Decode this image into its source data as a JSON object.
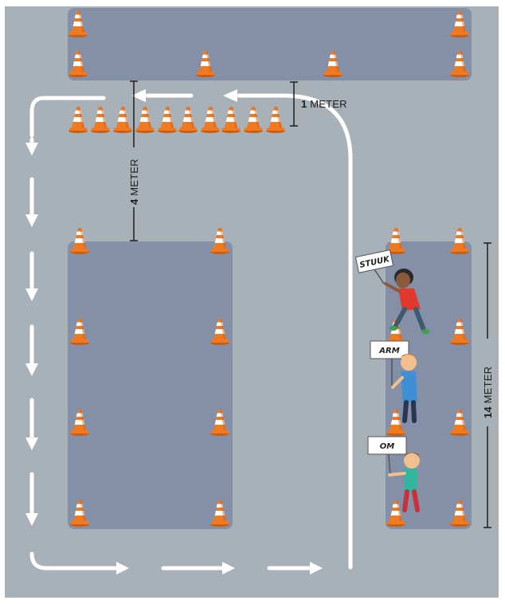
{
  "colors": {
    "ground": "#a9b1b8",
    "zone": "#8390a8",
    "line": "#ffffff",
    "cone_orange": "#f07a22",
    "cone_stripe": "#ffffff",
    "dimension": "#1e1e1e"
  },
  "labels": {
    "one_meter": {
      "number": "1",
      "unit": " METER"
    },
    "four_meter": {
      "number": "4",
      "unit": " METER"
    },
    "fourteen_meter": {
      "number": "14",
      "unit": " METER"
    }
  },
  "signs": [
    {
      "text": "STUUK"
    },
    {
      "text": "ARM"
    },
    {
      "text": "OM"
    }
  ],
  "icons": {
    "cone": "traffic-cone-icon",
    "arrow": "direction-arrow-icon",
    "child": "child-figure-icon"
  }
}
